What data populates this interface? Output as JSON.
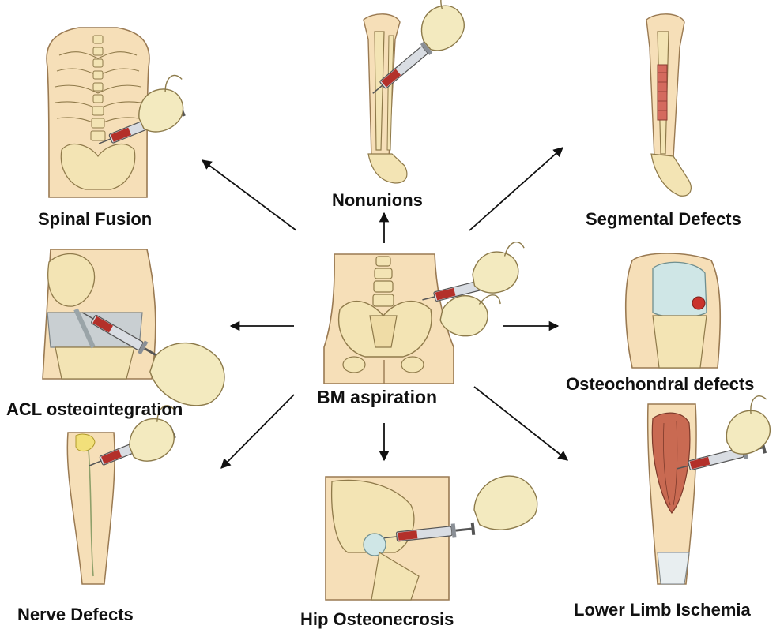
{
  "center": {
    "label": "BM aspiration"
  },
  "targets": [
    {
      "id": "spinal-fusion",
      "label": "Spinal Fusion"
    },
    {
      "id": "nonunions",
      "label": "Nonunions"
    },
    {
      "id": "segmental-defects",
      "label": "Segmental Defects"
    },
    {
      "id": "acl",
      "label": "ACL osteointegration"
    },
    {
      "id": "osteochondral",
      "label": "Osteochondral defects"
    },
    {
      "id": "nerve-defects",
      "label": "Nerve Defects"
    },
    {
      "id": "hip-osteonecrosis",
      "label": "Hip Osteonecrosis"
    },
    {
      "id": "lower-limb-ischemia",
      "label": "Lower Limb Ischemia"
    }
  ],
  "colors": {
    "skin": "#f6dfb8",
    "skin_edge": "#9a7a52",
    "bone": "#f3e4b4",
    "bone_edge": "#8f7a4a",
    "glove": "#f3eabf",
    "syringe": "#d9dde3",
    "blood": "#b3302a",
    "muscle": "#c96a52",
    "cartilage": "#cfe6e6",
    "arrow": "#111111"
  }
}
